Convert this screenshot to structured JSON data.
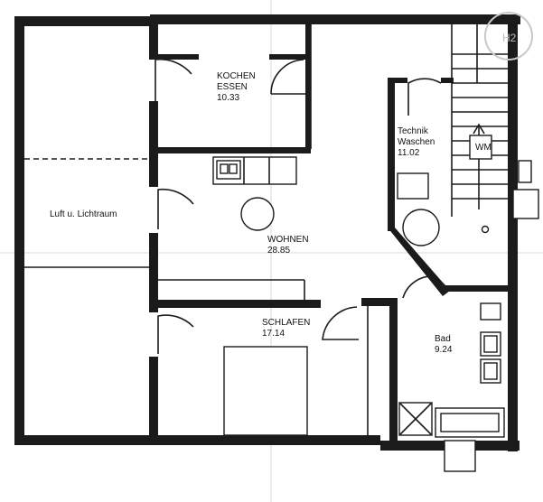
{
  "plan": {
    "rooms": [
      {
        "id": "kochen",
        "lines": [
          "KOCHEN",
          "ESSEN"
        ],
        "area": "10.33"
      },
      {
        "id": "wohnen",
        "lines": [
          "WOHNEN"
        ],
        "area": "28.85"
      },
      {
        "id": "schlafen",
        "lines": [
          "SCHLAFEN"
        ],
        "area": "17.14"
      },
      {
        "id": "technik",
        "lines": [
          "Technik",
          "Waschen"
        ],
        "area": "11.02"
      },
      {
        "id": "bad",
        "lines": [
          "Bad"
        ],
        "area": "9.24"
      }
    ],
    "void_label": "Luft u. Lichtraum",
    "watermark": "H2",
    "fixture_text": "WM"
  }
}
